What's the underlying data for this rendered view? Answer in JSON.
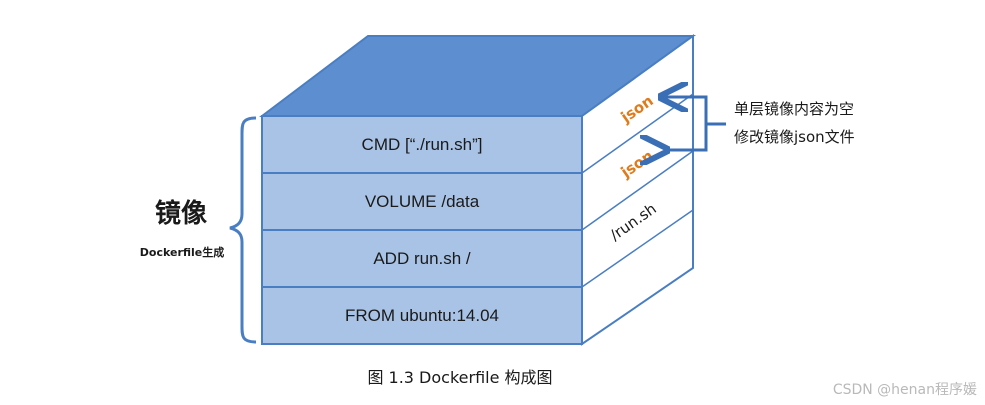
{
  "layers": [
    {
      "label": "CMD [“./run.sh”]"
    },
    {
      "label": "VOLUME /data"
    },
    {
      "label": "ADD run.sh /"
    },
    {
      "label": "FROM ubuntu:14.04"
    }
  ],
  "side_labels": [
    {
      "text": "json",
      "style": "json"
    },
    {
      "text": "json",
      "style": "json"
    },
    {
      "text": "/run.sh",
      "style": "plain"
    }
  ],
  "image_label": {
    "title": "镜像",
    "subtitle": "Dockerfile生成"
  },
  "annotation": {
    "line1": "单层镜像内容为空",
    "line2": "修改镜像json文件"
  },
  "caption": "图 1.3  Dockerfile 构成图",
  "watermark": "CSDN @henan程序媛",
  "colors": {
    "layer_fill": "#a9c3e6",
    "top_fill": "#5d8ecf",
    "side_fill": "#ffffff",
    "edge": "#4a7ec2",
    "arrow": "#3b6fb5",
    "json_text": "#e07b1b"
  }
}
